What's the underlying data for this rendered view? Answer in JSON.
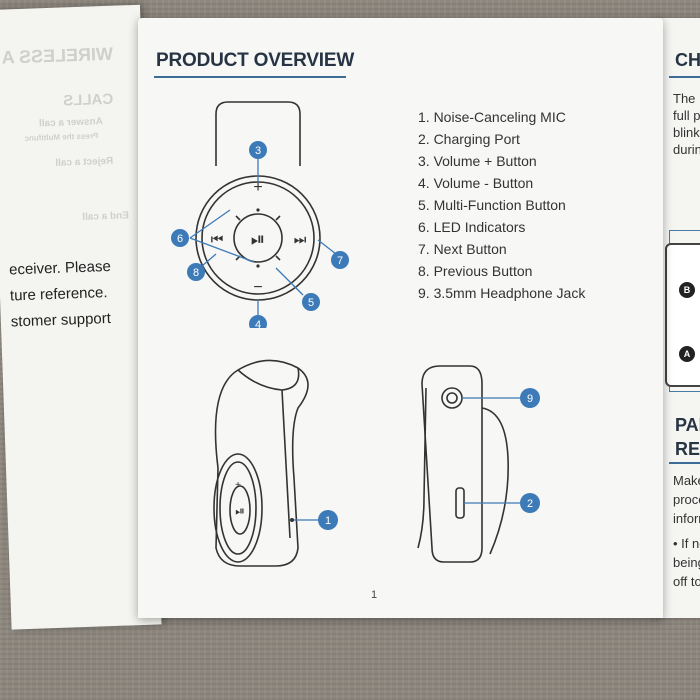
{
  "left_page": {
    "mirrored_heading": "WIRELESS A",
    "mirrored_calls": "CALLS",
    "mirrored_lines": [
      "Answer a call",
      "Press the Multifunc",
      "Reject a call",
      "End a call"
    ],
    "text_lines": [
      "eceiver. Please",
      "ture reference.",
      "stomer support"
    ]
  },
  "page": {
    "title": "PRODUCT OVERVIEW",
    "page_number": "1"
  },
  "features": [
    "1. Noise-Canceling MIC",
    "2. Charging Port",
    "3. Volume + Button",
    "4. Volume - Button",
    "5. Multi-Function Button",
    "6. LED Indicators",
    "7. Next Button",
    "8. Previous Button",
    "9. 3.5mm Headphone Jack"
  ],
  "callouts": {
    "front": [
      "3",
      "6",
      "7",
      "8",
      "5",
      "4"
    ],
    "side": [
      "1"
    ],
    "back": [
      "9",
      "2"
    ]
  },
  "device_symbols": {
    "plus": "+",
    "minus": "−",
    "prev": "⏮",
    "next": "⏭",
    "play_pause": "⏯"
  },
  "right_page": {
    "head1": "CH",
    "lines1": [
      "The",
      "full p",
      "blink",
      "durin"
    ],
    "markers": [
      "B",
      "A"
    ],
    "head2a": "PAI",
    "head2b": "REC",
    "lines2": [
      "Make",
      "proce",
      "inforn",
      "• If no",
      "being",
      "off to"
    ]
  },
  "colors": {
    "callout": "#3d7ab8",
    "title_rule": "#3d6d96",
    "ink": "#263444"
  }
}
